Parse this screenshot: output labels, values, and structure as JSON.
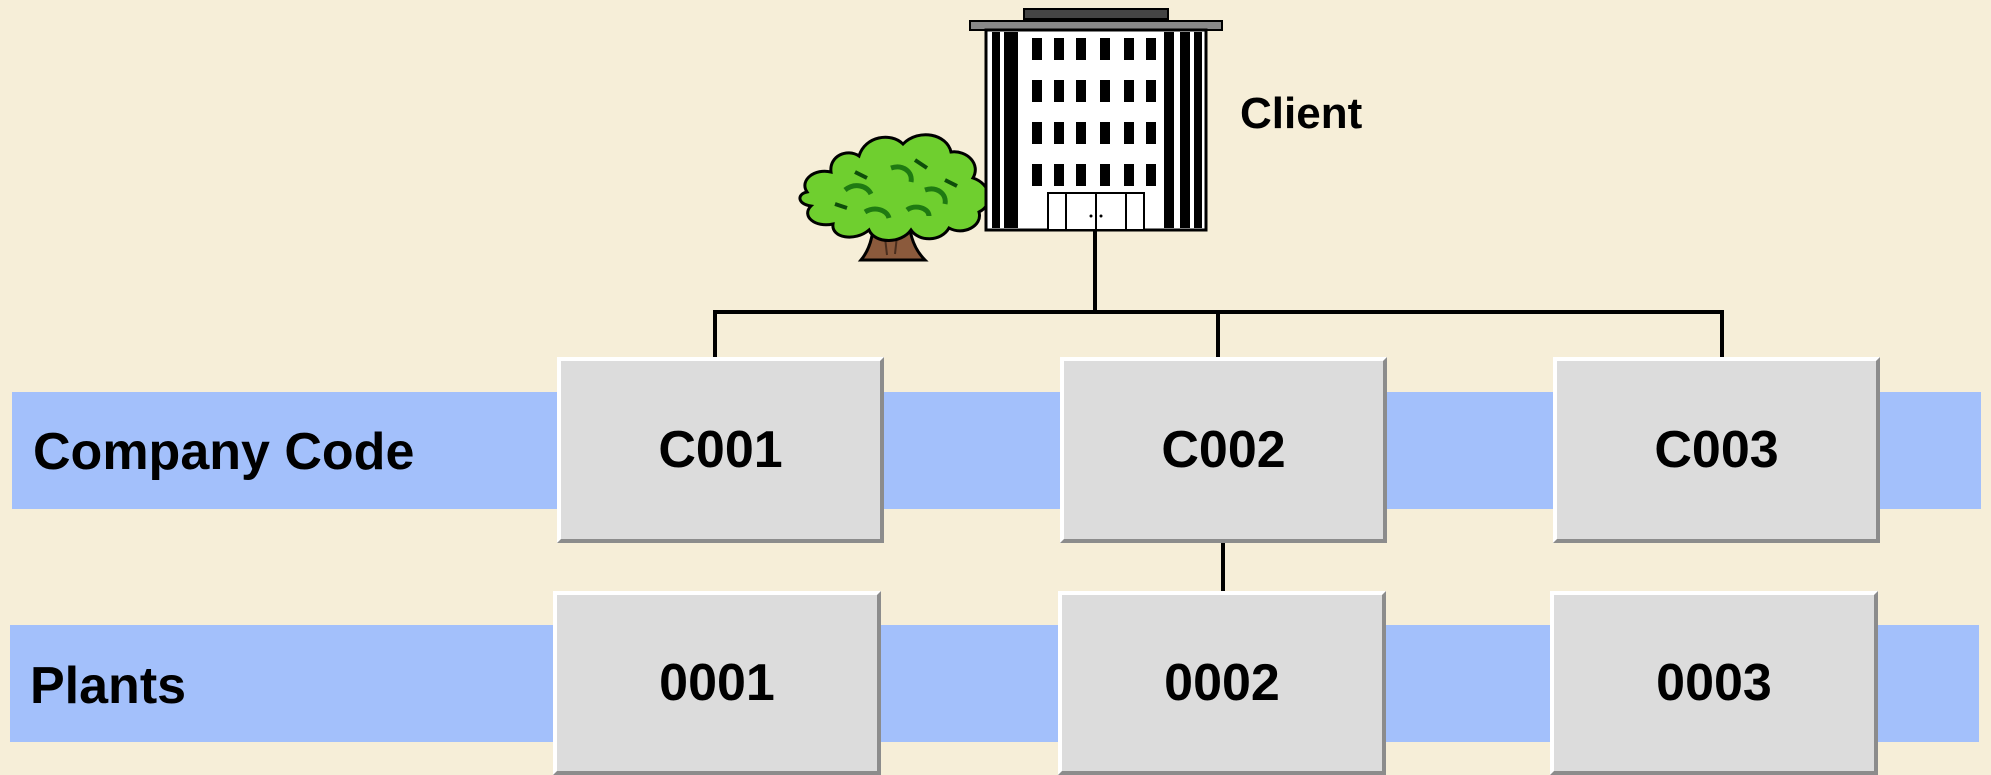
{
  "client": {
    "label": "Client",
    "icons": [
      "building-icon",
      "tree-icon"
    ]
  },
  "company_codes": {
    "row_label": "Company Code",
    "items": [
      "C001",
      "C002",
      "C003"
    ]
  },
  "plants": {
    "row_label": "Plants",
    "items": [
      "0001",
      "0002",
      "0003"
    ]
  },
  "colors": {
    "background": "#f6eed8",
    "band": "#a3c0fb",
    "box": "#dcdcdc",
    "connector": "#000000"
  }
}
